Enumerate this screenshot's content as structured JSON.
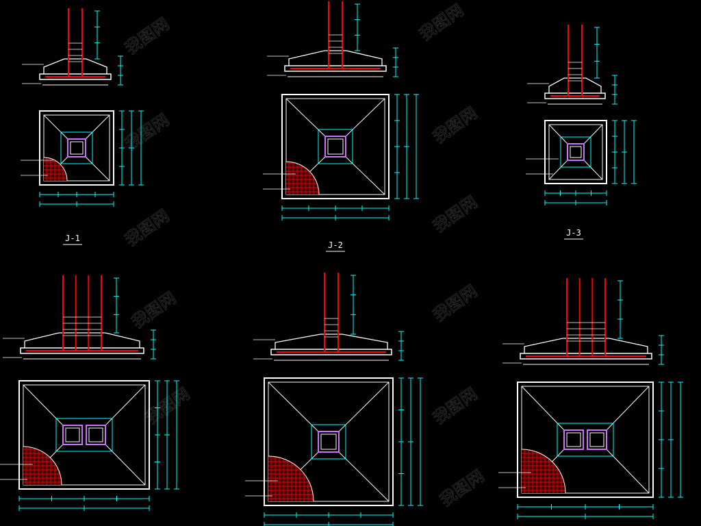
{
  "drawing": {
    "background": "#000000",
    "colors": {
      "outline": "#ffffff",
      "dimension": "#00ffff",
      "rebar": "#ff0000",
      "column": "#d070ff",
      "hatch": "#cc0000"
    },
    "footings": [
      {
        "id": "J-1",
        "columns": 1,
        "label": "J-1"
      },
      {
        "id": "J-2",
        "columns": 1,
        "label": "J-2"
      },
      {
        "id": "J-3",
        "columns": 1,
        "label": "J-3"
      },
      {
        "id": "J-4",
        "columns": 2,
        "label": ""
      },
      {
        "id": "J-5",
        "columns": 1,
        "label": ""
      },
      {
        "id": "J-6",
        "columns": 2,
        "label": ""
      }
    ],
    "watermark": "我图网"
  }
}
